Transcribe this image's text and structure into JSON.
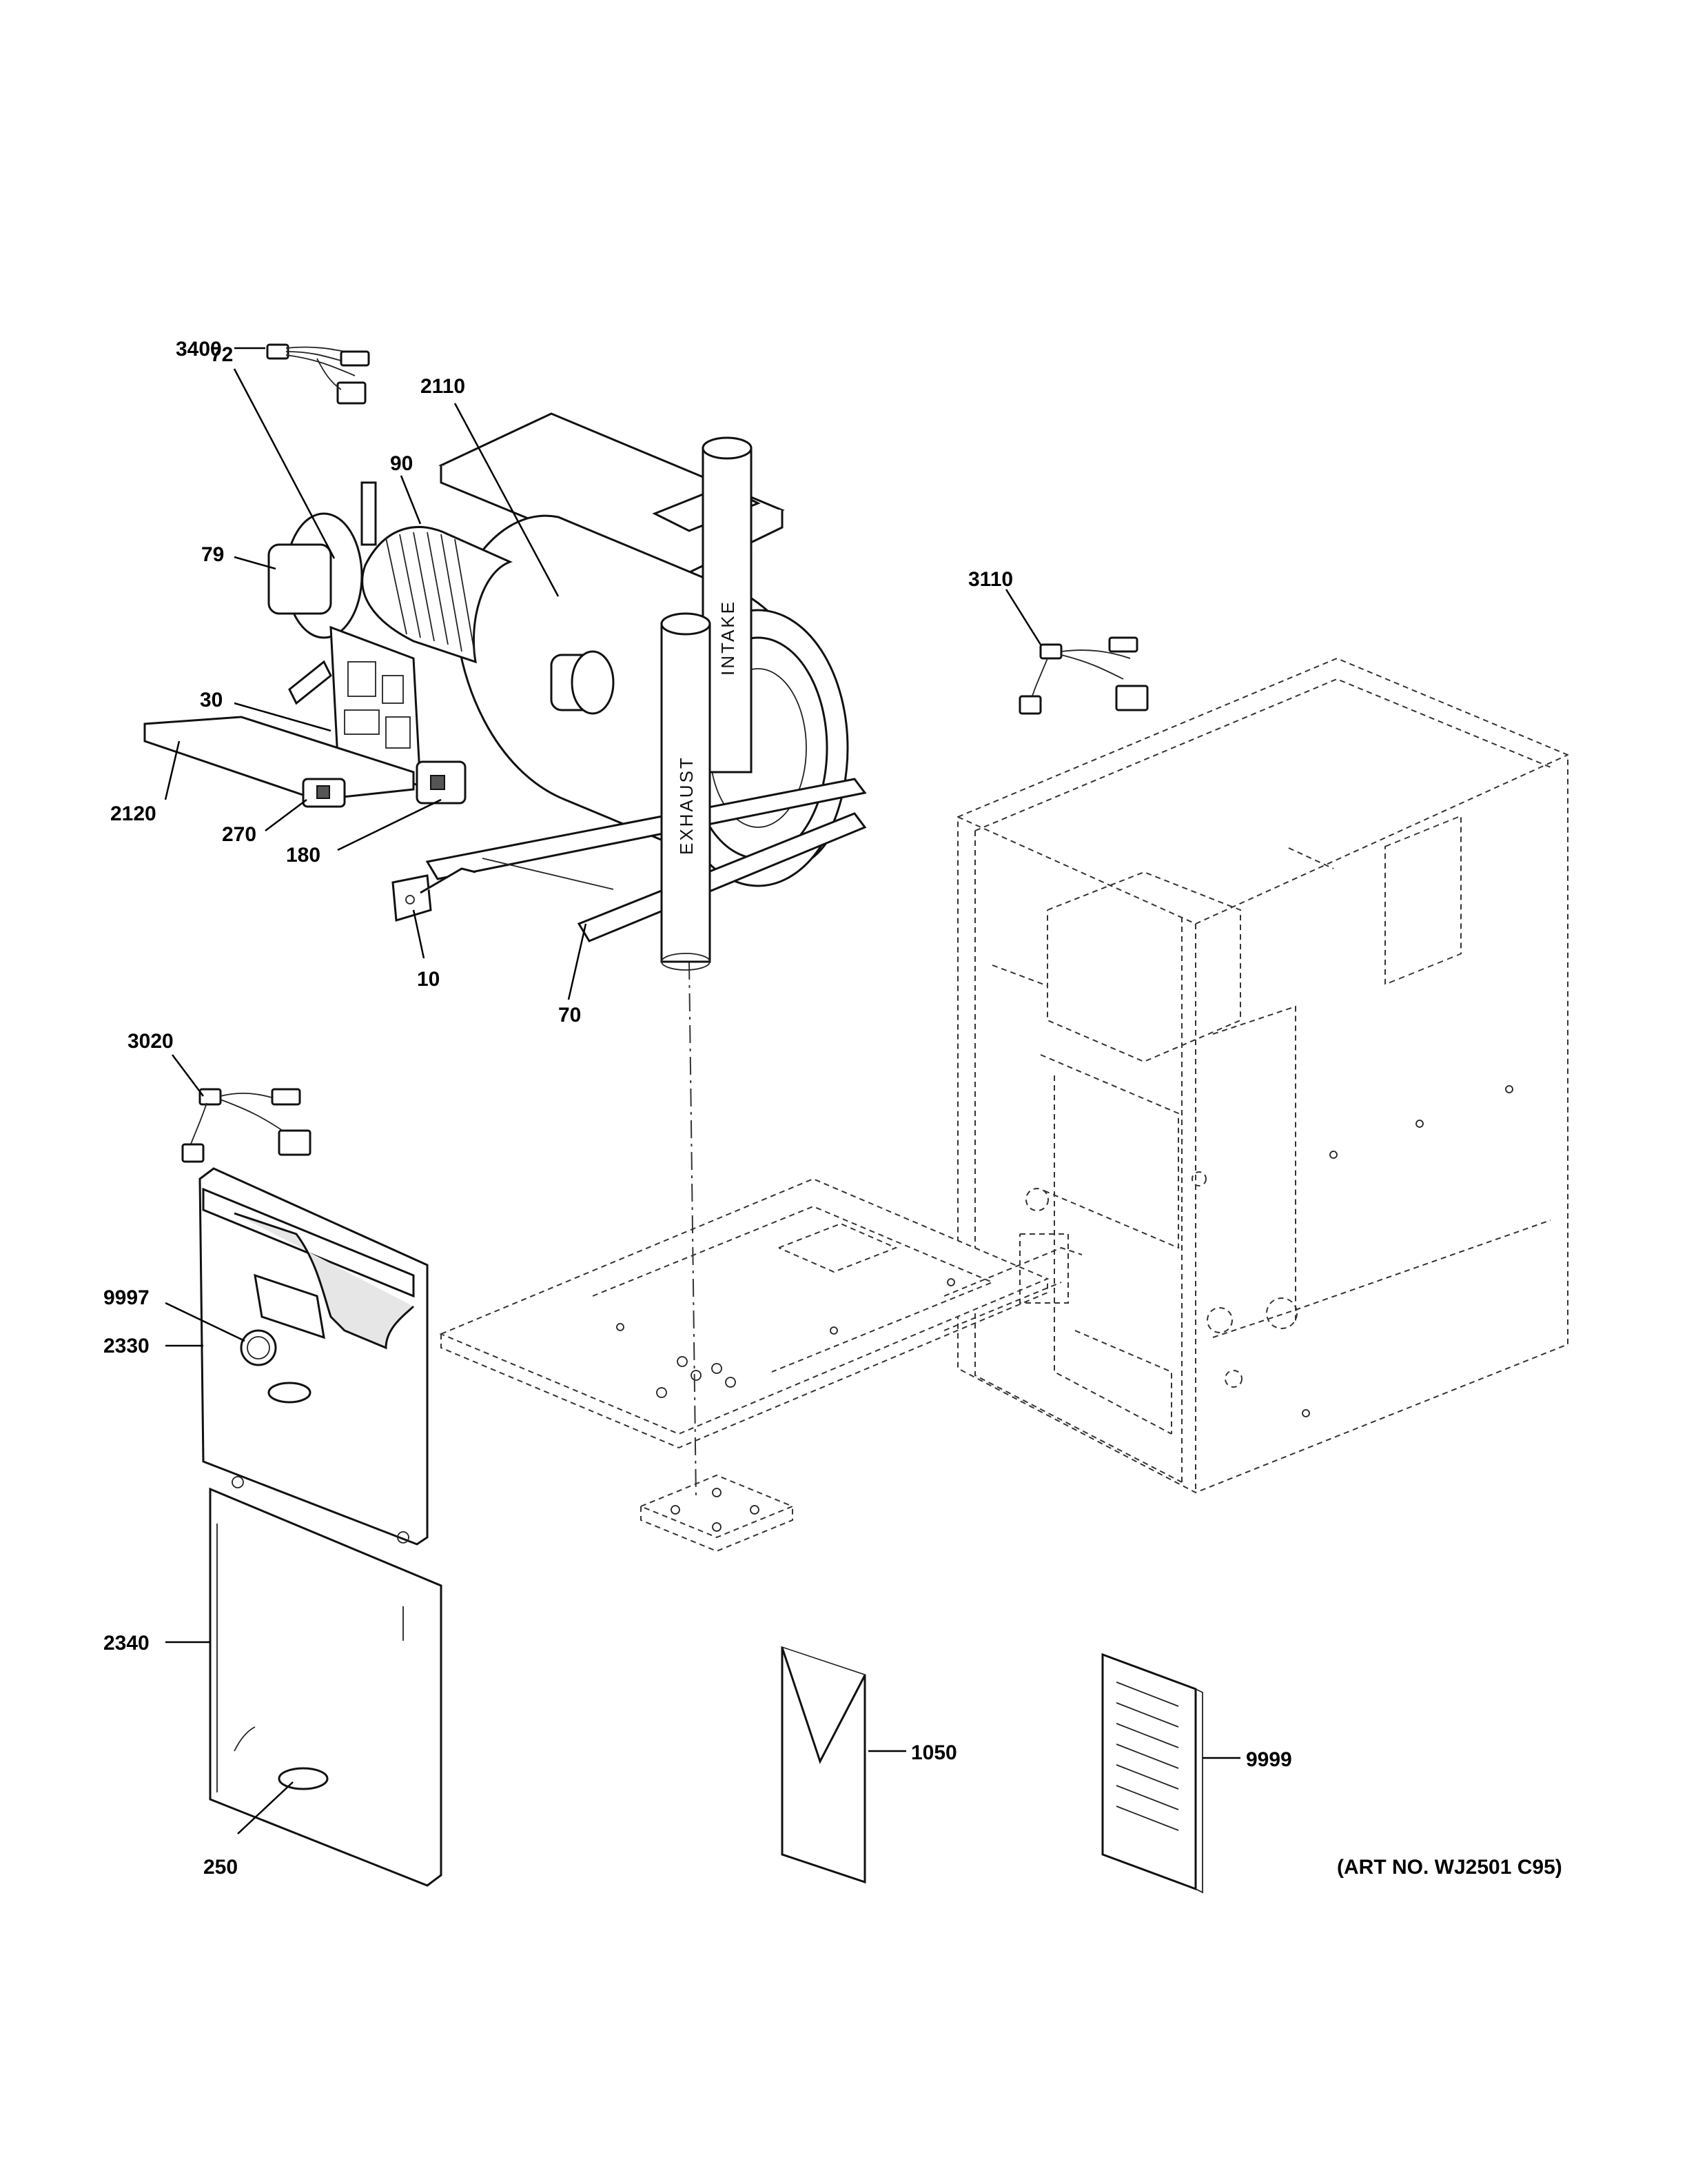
{
  "callouts": [
    {
      "id": "3400",
      "label": "3400"
    },
    {
      "id": "2110",
      "label": "2110"
    },
    {
      "id": "72",
      "label": "72"
    },
    {
      "id": "90",
      "label": "90"
    },
    {
      "id": "79",
      "label": "79"
    },
    {
      "id": "30",
      "label": "30"
    },
    {
      "id": "2120",
      "label": "2120"
    },
    {
      "id": "270",
      "label": "270"
    },
    {
      "id": "180",
      "label": "180"
    },
    {
      "id": "10",
      "label": "10"
    },
    {
      "id": "70",
      "label": "70"
    },
    {
      "id": "3110",
      "label": "3110"
    },
    {
      "id": "3020",
      "label": "3020"
    },
    {
      "id": "9997",
      "label": "9997"
    },
    {
      "id": "2330",
      "label": "2330"
    },
    {
      "id": "2340",
      "label": "2340"
    },
    {
      "id": "250",
      "label": "250"
    },
    {
      "id": "1050",
      "label": "1050"
    },
    {
      "id": "9999",
      "label": "9999"
    }
  ],
  "pipe_labels": {
    "intake": "INTAKE",
    "exhaust": "EXHAUST"
  },
  "art_number": "(ART NO. WJ2501 C95)"
}
